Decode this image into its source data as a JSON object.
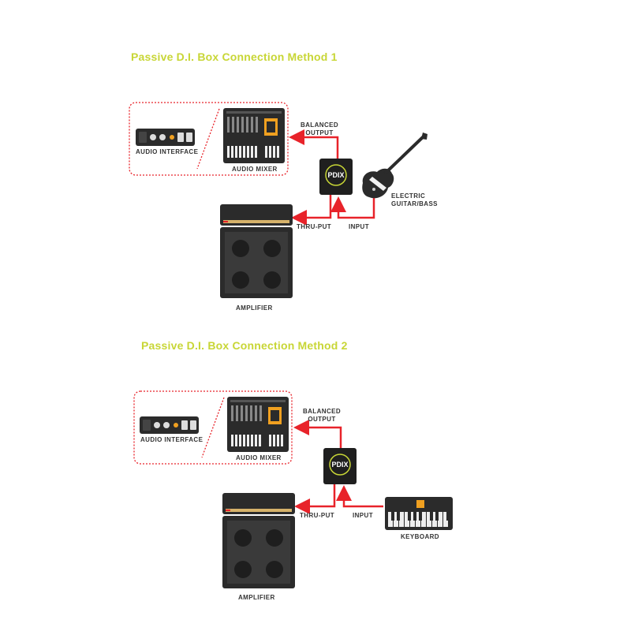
{
  "method1": {
    "title": "Passive D.I. Box Connection Method 1",
    "labels": {
      "audio_interface": "AUDIO INTERFACE",
      "audio_mixer": "AUDIO MIXER",
      "balanced_output_1": "BALANCED",
      "balanced_output_2": "OUTPUT",
      "electric_1": "ELECTRIC",
      "electric_2": "GUITAR/BASS",
      "thru_put": "THRU-PUT",
      "input": "INPUT",
      "amplifier": "AMPLIFIER"
    },
    "di_box_text": "PDIX"
  },
  "method2": {
    "title": "Passive D.I. Box Connection Method 2",
    "labels": {
      "audio_interface": "AUDIO INTERFACE",
      "audio_mixer": "AUDIO MIXER",
      "balanced_output_1": "BALANCED",
      "balanced_output_2": "OUTPUT",
      "thru_put": "THRU-PUT",
      "input": "INPUT",
      "keyboard": "KEYBOARD",
      "amplifier": "AMPLIFIER"
    },
    "di_box_text": "PDIX"
  },
  "colors": {
    "title": "#c8d636",
    "arrow": "#e8232a",
    "dashed_border": "#e8232a",
    "device": "#2b2b2b",
    "accent": "#f0a020"
  }
}
